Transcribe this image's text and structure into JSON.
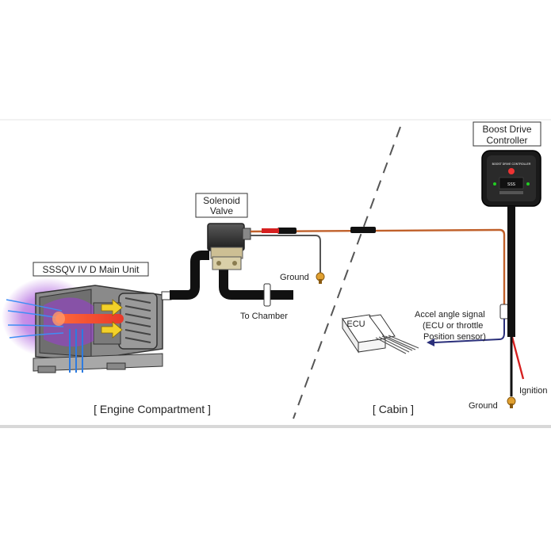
{
  "labels": {
    "main_unit": "SSSQV IV D Main Unit",
    "solenoid_line1": "Solenoid",
    "solenoid_line2": "Valve",
    "controller_line1": "Boost Drive",
    "controller_line2": "Controller",
    "ground_solenoid": "Ground",
    "to_chamber": "To Chamber",
    "ecu": "ECU",
    "accel_line1": "Accel angle signal",
    "accel_line2": "(ECU or throttle",
    "accel_line3": "Position sensor)",
    "ground_controller": "Ground",
    "ignition": "Ignition",
    "engine_compartment": "[ Engine Compartment ]",
    "cabin": "[ Cabin ]"
  },
  "device_text": {
    "brand": "BOOST DRIVE CONTROLLER",
    "plate": "SSS"
  },
  "colors": {
    "hose": "#111111",
    "orange_wire": "#c0602a",
    "red_wire": "#d62020",
    "signal_wire": "#2a2f7a",
    "ground_wire": "#555555",
    "purple_glow": "#9a3bd6",
    "flame": "#e8382a",
    "arrow_yellow": "#f2d12a"
  }
}
